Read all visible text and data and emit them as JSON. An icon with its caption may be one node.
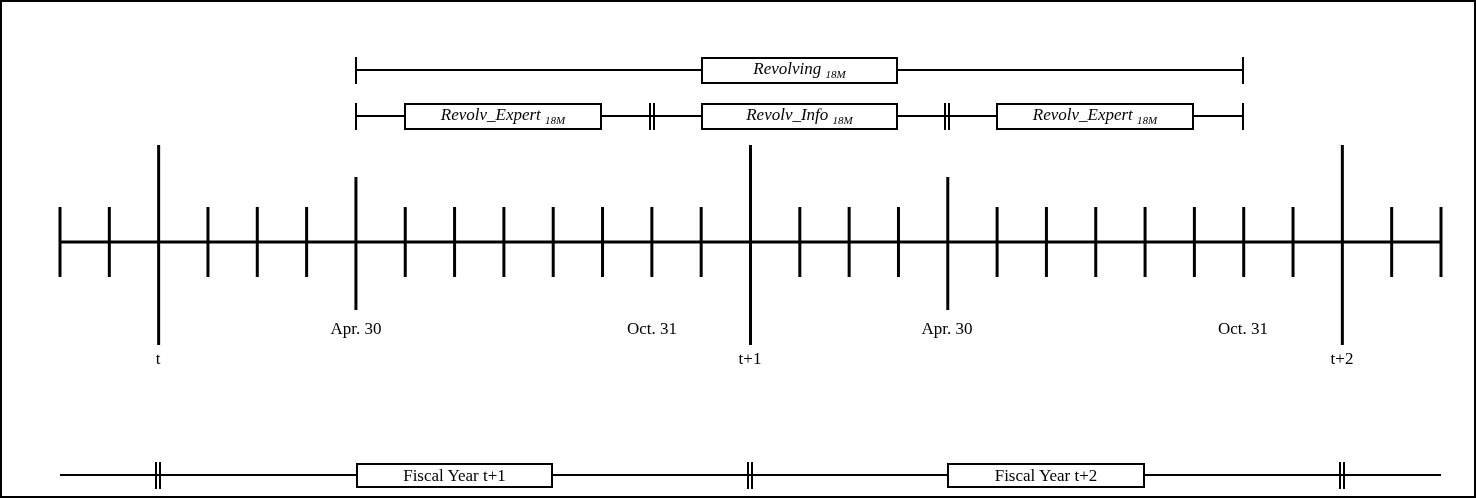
{
  "diagram": {
    "nodes": [
      {
        "text": [
          "Revolving $_{18M}$"
        ]
      },
      {
        "text": [
          "Revolv_Expert $_{18M}$"
        ]
      },
      {
        "text": [
          "Revolv_Info $_{18M}$"
        ]
      },
      {
        "text": [
          "Revolv_Expert $_{18M}$"
        ]
      },
      {
        "text": [
          "Fiscal Year t+1"
        ]
      },
      {
        "text": [
          "Fiscal Year t+2"
        ]
      }
    ],
    "edges": [],
    "labels": [
      "Apr. 30",
      "Oct. 31",
      "Apr. 30",
      "Oct. 31",
      "t",
      "t+1",
      "t+2"
    ]
  }
}
